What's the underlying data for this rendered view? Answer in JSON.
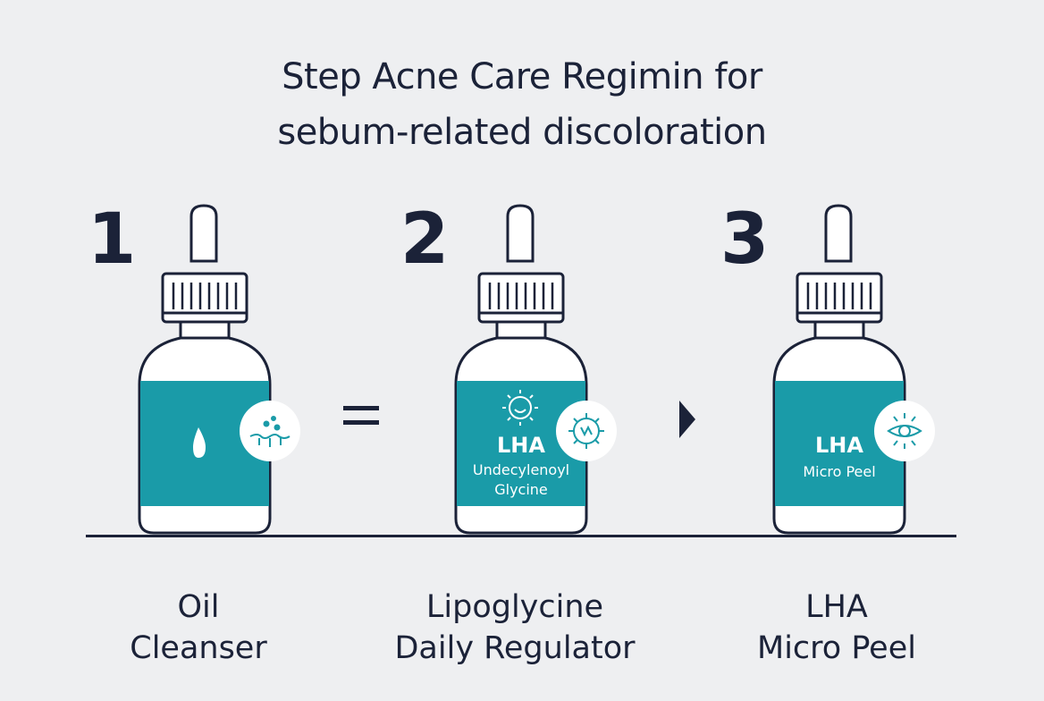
{
  "title": {
    "line1": "Step Acne Care Regimin  for",
    "line2": "sebum-related discoloration"
  },
  "steps": [
    {
      "number": "1",
      "bottle_label": [],
      "name_line1": "Oil",
      "name_line2": "Cleanser",
      "badge_icon": "skin-pores-droplets-icon",
      "center_icon": "water-drop-icon"
    },
    {
      "number": "2",
      "bottle_label": [
        "LHA",
        "Undecylenoyl",
        "Glycine"
      ],
      "name_line1": "Lipoglycine",
      "name_line2": "Daily Regulator",
      "badge_icon": "bacteria-icon",
      "center_icon": "sun-face-icon"
    },
    {
      "number": "3",
      "bottle_label": [
        "LHA",
        "Micro Peel"
      ],
      "name_line1": "LHA",
      "name_line2": "Micro Peel",
      "badge_icon": "peeling-skin-icon"
    }
  ],
  "connectors": [
    "equals-icon",
    "play-arrow-icon"
  ],
  "colors": {
    "background": "#eeeff1",
    "accent_teal": "#1a9ba8",
    "navy": "#1b2238",
    "bottle_white": "#ffffff"
  }
}
